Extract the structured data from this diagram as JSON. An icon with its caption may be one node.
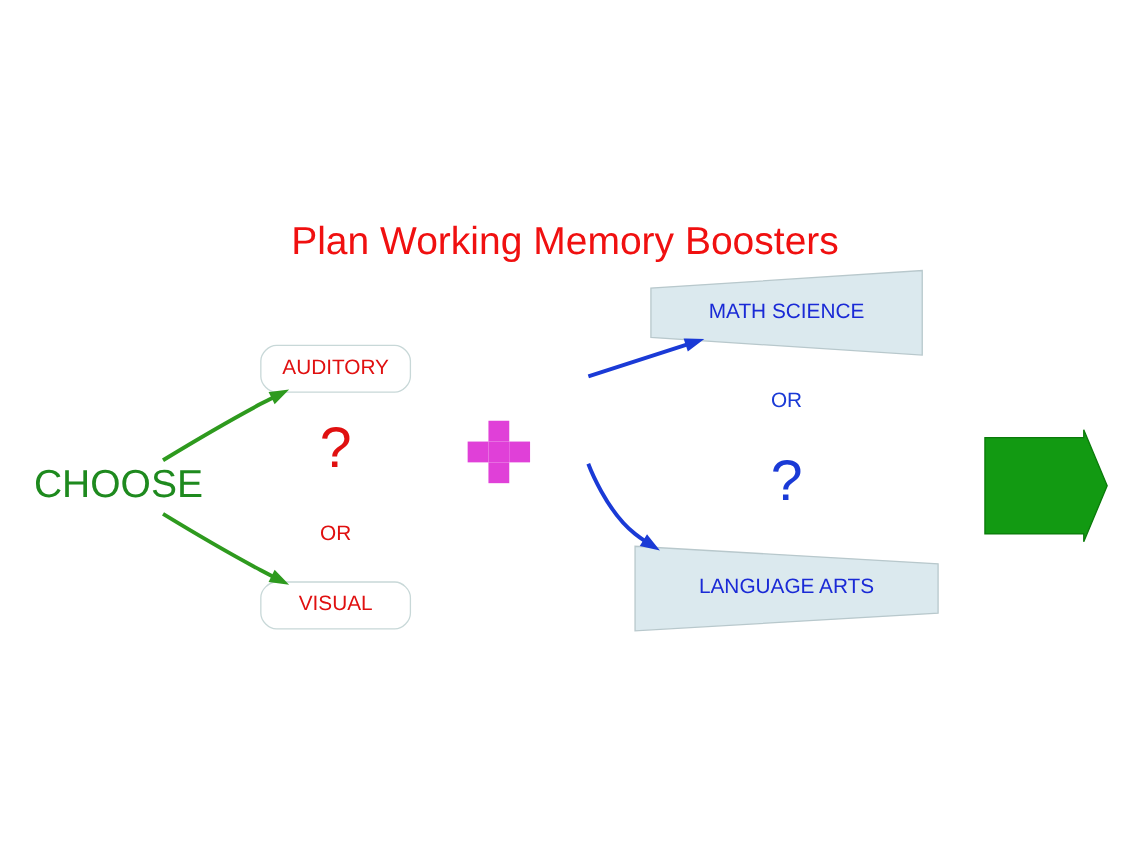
{
  "diagram": {
    "title": "Plan Working Memory Boosters",
    "nodes": [
      {
        "text": [
          "CHOOSE"
        ]
      },
      {
        "text": [
          "AUDITORY"
        ]
      },
      {
        "text": [
          "VISUAL"
        ]
      },
      {
        "text": [],
        "shape": "plus"
      },
      {
        "text": [
          "MATH SCIENCE"
        ]
      },
      {
        "text": [
          "LANGUAGE ARTS"
        ]
      },
      {
        "text": [],
        "shape": "arrow"
      }
    ],
    "edges": [
      {
        "from": 0,
        "to": 1,
        "arrow": "to",
        "color": "#2e9a1e"
      },
      {
        "from": 0,
        "to": 2,
        "arrow": "to",
        "color": "#2e9a1e"
      },
      {
        "from": null,
        "to": 4,
        "arrow": "to",
        "color": "#1a3ad6"
      },
      {
        "from": null,
        "to": 5,
        "arrow": "to",
        "color": "#1a3ad6"
      }
    ],
    "labels": [
      "OR",
      "?",
      "OR",
      "?"
    ]
  }
}
